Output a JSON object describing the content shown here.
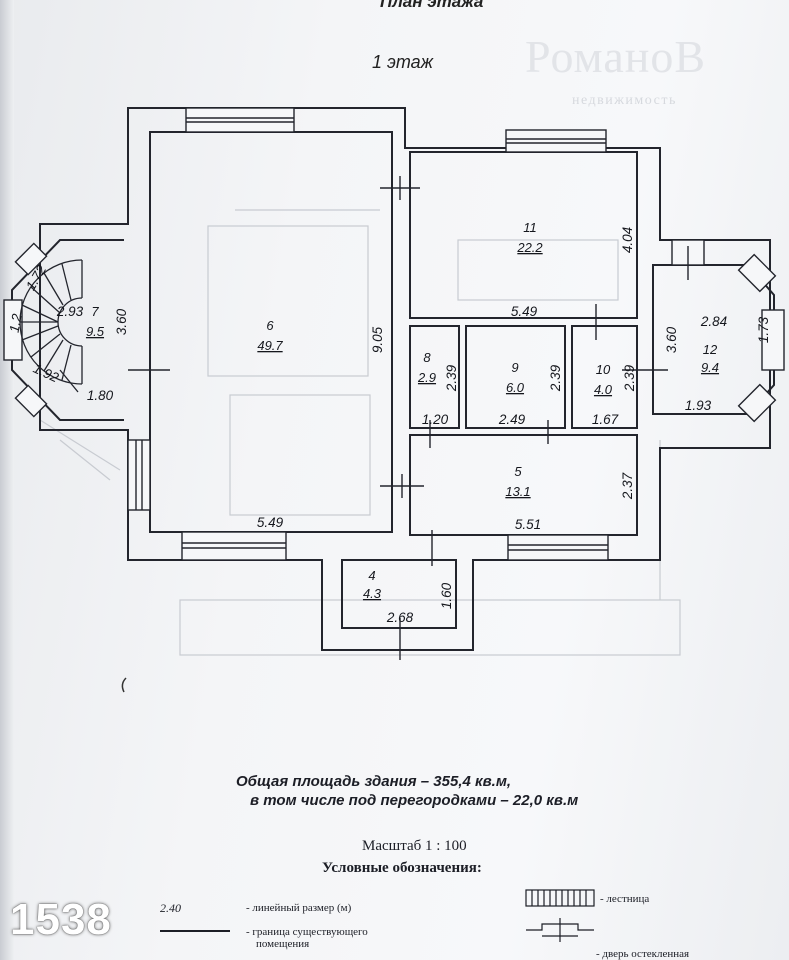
{
  "header_title": "План этажа",
  "floor_title": "1 этаж",
  "watermark": {
    "brand": "РоманоВ",
    "subtitle": "недвижимость"
  },
  "rooms": [
    {
      "id": "room-6",
      "number": "6",
      "area": "49.7"
    },
    {
      "id": "room-11",
      "number": "11",
      "area": "22.2"
    },
    {
      "id": "room-7",
      "number": "7",
      "area": "9.5"
    },
    {
      "id": "room-12",
      "number": "12",
      "area": "9.4"
    },
    {
      "id": "room-8",
      "number": "8",
      "area": "2.9"
    },
    {
      "id": "room-9",
      "number": "9",
      "area": "6.0"
    },
    {
      "id": "room-10",
      "number": "10",
      "area": "4.0"
    },
    {
      "id": "room-5",
      "number": "5",
      "area": "13.1"
    },
    {
      "id": "room-4",
      "number": "4",
      "area": "4.3"
    }
  ],
  "dimensions": {
    "room6_height": "9.05",
    "room6_width": "5.49",
    "room11_height": "4.04",
    "room11_width": "5.49",
    "room7_height": "3.60",
    "room7_width": "2.93",
    "room7_a": "1.80",
    "room7_b": "1.92",
    "room7_c": "1.72",
    "room7_d": "1.2",
    "room12_height": "3.60",
    "room12_top": "2.84",
    "room12_side": "1.73",
    "room12_bottom": "1.93",
    "room8_height": "2.39",
    "room8_width": "1.20",
    "room9_height": "2.39",
    "room9_width": "2.49",
    "room10_height": "2.39",
    "room10_width": "1.67",
    "room5_height": "2.37",
    "room5_width": "5.51",
    "room4_height": "1.60",
    "room4_width": "2.68"
  },
  "total_area_line1": "Общая площадь здания – 355,4 кв.м,",
  "total_area_line2": "в том числе под перегородками – 22,0 кв.м",
  "scale": "Масштаб 1 : 100",
  "legend": {
    "title": "Условные обозначения:",
    "dimension_sample": "2.40",
    "dimension_desc": "- линейный размер (м)",
    "boundary_desc_1": "- граница существующего",
    "boundary_desc_2": "помещения",
    "stairs_desc": "- лестница",
    "door_desc": "- дверь остекленная"
  },
  "listing_number": "1538"
}
